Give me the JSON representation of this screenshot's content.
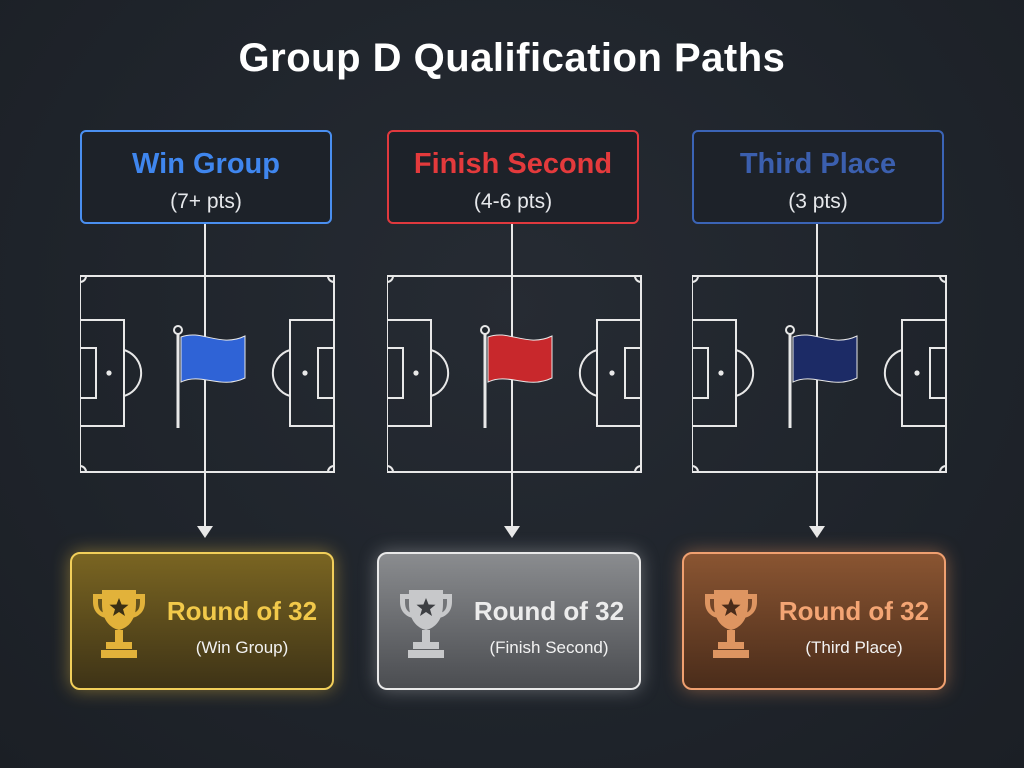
{
  "title": "Group D Qualification Paths",
  "paths": [
    {
      "label": "Win Group",
      "points": "(7+ pts)",
      "flag_color": "#2f63d6",
      "result_title": "Round of 32",
      "result_sub": "(Win Group)",
      "trophy_color": "#e2b23a"
    },
    {
      "label": "Finish Second",
      "points": "(4-6 pts)",
      "flag_color": "#c8282c",
      "result_title": "Round of 32",
      "result_sub": "(Finish Second)",
      "trophy_color": "#c7c8ca"
    },
    {
      "label": "Third Place",
      "points": "(3 pts)",
      "flag_color": "#1c2b66",
      "result_title": "Round of 32",
      "result_sub": "(Third Place)",
      "trophy_color": "#de9561"
    }
  ]
}
